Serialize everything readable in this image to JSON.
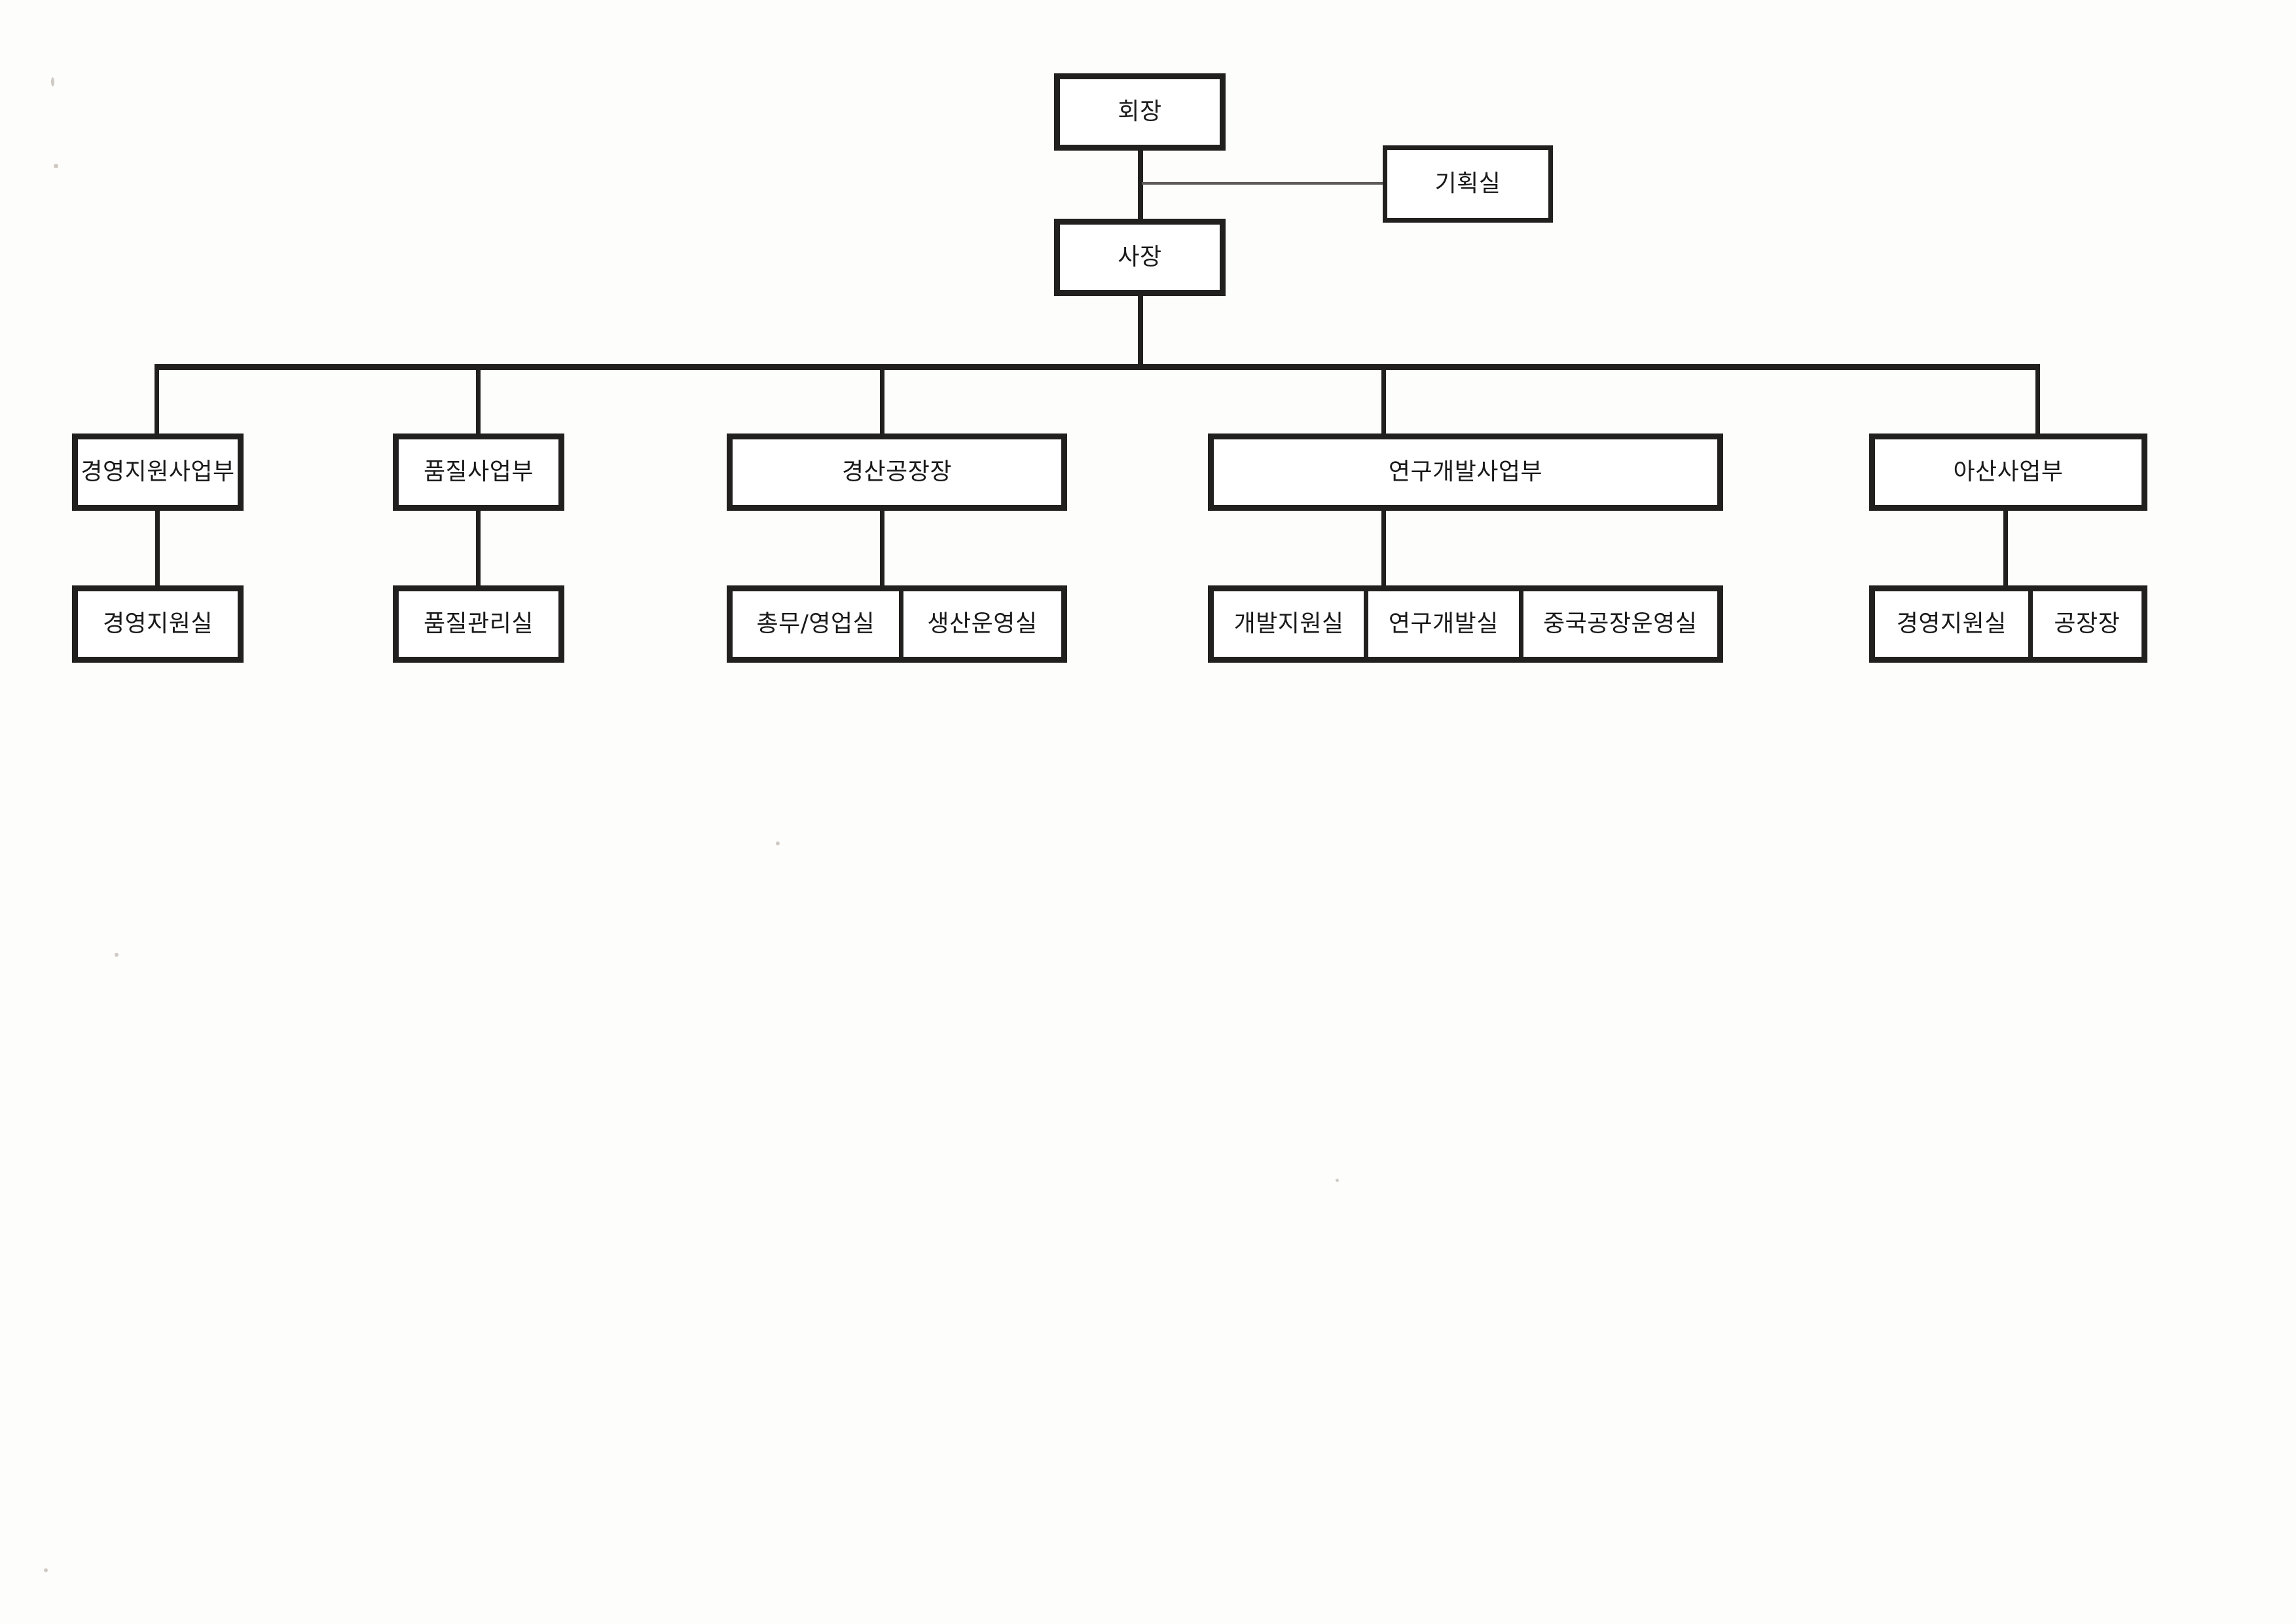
{
  "document": {
    "kind": "organization-chart",
    "language": "ko"
  },
  "chart_data": {
    "type": "diagram",
    "title": "",
    "orientation": "top-down",
    "levels": 3,
    "nodes": [
      {
        "id": "chairman",
        "label": "회장",
        "level": 1
      },
      {
        "id": "planning-office",
        "label": "기획실",
        "level": 1,
        "role": "staff"
      },
      {
        "id": "president",
        "label": "사장",
        "level": 2
      },
      {
        "id": "mgmt-support-div",
        "label": "경영지원사업부",
        "level": 3
      },
      {
        "id": "quality-div",
        "label": "품질사업부",
        "level": 3
      },
      {
        "id": "gyeongsan-plant",
        "label": "경산공장장",
        "level": 3
      },
      {
        "id": "rnd-div",
        "label": "연구개발사업부",
        "level": 3
      },
      {
        "id": "asan-div",
        "label": "아산사업부",
        "level": 3
      },
      {
        "id": "mgmt-support-office",
        "label": "경영지원실",
        "level": 4
      },
      {
        "id": "quality-control-office",
        "label": "품질관리실",
        "level": 4
      },
      {
        "id": "general-sales-office",
        "label": "총무/영업실",
        "level": 4
      },
      {
        "id": "production-ops-office",
        "label": "생산운영실",
        "level": 4
      },
      {
        "id": "dev-support-office",
        "label": "개발지원실",
        "level": 4
      },
      {
        "id": "rnd-office",
        "label": "연구개발실",
        "level": 4
      },
      {
        "id": "china-plant-ops-office",
        "label": "중국공장운영실",
        "level": 4
      },
      {
        "id": "asan-mgmt-support-office",
        "label": "경영지원실",
        "level": 4
      },
      {
        "id": "asan-plant-manager",
        "label": "공장장",
        "level": 4
      }
    ],
    "edges": [
      {
        "from": "chairman",
        "to": "president"
      },
      {
        "from": "chairman",
        "to": "planning-office",
        "style": "dotted-staff"
      },
      {
        "from": "president",
        "to": "mgmt-support-div"
      },
      {
        "from": "president",
        "to": "quality-div"
      },
      {
        "from": "president",
        "to": "gyeongsan-plant"
      },
      {
        "from": "president",
        "to": "rnd-div"
      },
      {
        "from": "president",
        "to": "asan-div"
      },
      {
        "from": "mgmt-support-div",
        "to": "mgmt-support-office"
      },
      {
        "from": "quality-div",
        "to": "quality-control-office"
      },
      {
        "from": "gyeongsan-plant",
        "to": "general-sales-office"
      },
      {
        "from": "gyeongsan-plant",
        "to": "production-ops-office"
      },
      {
        "from": "rnd-div",
        "to": "dev-support-office"
      },
      {
        "from": "rnd-div",
        "to": "rnd-office"
      },
      {
        "from": "rnd-div",
        "to": "china-plant-ops-office"
      },
      {
        "from": "asan-div",
        "to": "asan-mgmt-support-office"
      },
      {
        "from": "asan-div",
        "to": "asan-plant-manager"
      }
    ]
  },
  "top": {
    "chairman": "회장",
    "planning_office": "기획실",
    "president": "사장"
  },
  "divisions": [
    {
      "label": "경영지원사업부",
      "children": [
        "경영지원실"
      ]
    },
    {
      "label": "품질사업부",
      "children": [
        "품질관리실"
      ]
    },
    {
      "label": "경산공장장",
      "children": [
        "총무/영업실",
        "생산운영실"
      ]
    },
    {
      "label": "연구개발사업부",
      "children": [
        "개발지원실",
        "연구개발실",
        "중국공장운영실"
      ]
    },
    {
      "label": "아산사업부",
      "children": [
        "경영지원실",
        "공장장"
      ]
    }
  ],
  "colors": {
    "line": "#221f1f",
    "box_fill": "#ffffff",
    "text": "#1a1a1a",
    "page": "#fdfdfc"
  }
}
